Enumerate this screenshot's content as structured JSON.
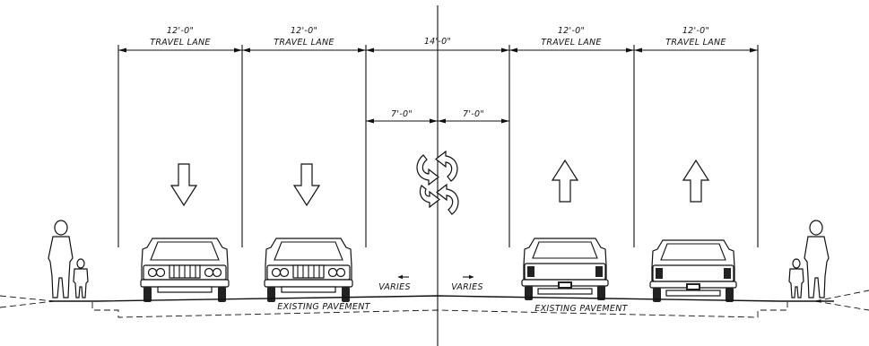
{
  "dimensions": {
    "lane1": {
      "value": "12'-0\"",
      "label": "TRAVEL LANE"
    },
    "lane2": {
      "value": "12'-0\"",
      "label": "TRAVEL LANE"
    },
    "median": {
      "value": "14'-0\""
    },
    "median_left": {
      "value": "7'-0\""
    },
    "median_right": {
      "value": "7'-0\""
    },
    "lane3": {
      "value": "12'-0\"",
      "label": "TRAVEL LANE"
    },
    "lane4": {
      "value": "12'-0\"",
      "label": "TRAVEL LANE"
    }
  },
  "varies": {
    "left": "VARIES",
    "right": "VARIES"
  },
  "pavement": {
    "left": "EXISTING PAVEMENT",
    "right": "EXISTING PAVEMENT"
  },
  "lane_directions": [
    "down",
    "down",
    "two-way-left-turn",
    "up",
    "up"
  ],
  "icons": [
    "pedestrian-adult-child-icon",
    "car-front-icon",
    "car-rear-icon",
    "direction-arrow-icon",
    "two-way-turn-icon"
  ]
}
